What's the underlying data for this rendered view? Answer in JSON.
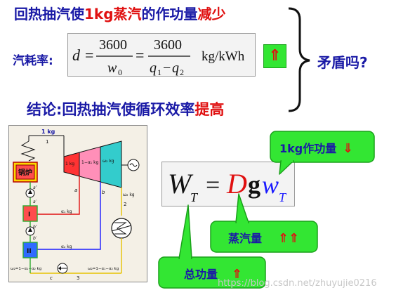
{
  "headline": {
    "prefix": "回热抽汽使",
    "highlight": "1kg",
    "middle": "蒸汽",
    "suffix": "的作功量",
    "emphasis": "减少"
  },
  "steam_rate": {
    "label": "汽耗率:",
    "lhs": "d",
    "num1": "3600",
    "den1": "w",
    "den1_sub": "0",
    "num2": "3600",
    "den2_a": "q",
    "den2_a_sub": "1",
    "den2_minus": "−",
    "den2_b": "q",
    "den2_b_sub": "2",
    "unit": "kg/kWh",
    "arrow": "⇑"
  },
  "question": "矛盾吗?",
  "conclusion": {
    "text": "结论:回热抽汽使循环效率",
    "emphasis": "提高"
  },
  "diagram": {
    "top_label": "1 kg",
    "top_num": "1",
    "boiler": "锅炉",
    "turbine_sections": [
      "1 kg",
      "1−α₁ kg",
      "ω₂ kg"
    ],
    "point_a": "a",
    "point_b": "b",
    "point_2": "2",
    "label_a_dd": "a″",
    "label_a_d": "a′",
    "label_b_dd": "b″",
    "label_b_d": "b′",
    "alpha1": "α₁ kg",
    "alpha2": "α₂ kg",
    "omega2": "ω₂ kg",
    "heater1": "I",
    "heater2": "II",
    "bottom_left": "ω₂=1−α₁−α₂ kg",
    "bottom_right": "ω₂=1−α₁−α₂ kg",
    "point_c": "c",
    "point_3": "3"
  },
  "work_formula": {
    "W": "W",
    "W_sub": "T",
    "eq": "=",
    "D": "D",
    "g": "g",
    "w": "w",
    "w_sub": "T"
  },
  "callouts": {
    "per_kg": {
      "text": "1kg作功量",
      "arrow": "⇓"
    },
    "steam": {
      "text": "蒸汽量",
      "arrow": "⇑⇑"
    },
    "total": {
      "text": "总功量",
      "arrow": "⇑"
    }
  },
  "watermark": "https://blog.csdn.net/zhuyujie0216",
  "colors": {
    "blue_text": "#1a1aa6",
    "red": "#e01010",
    "callout_green": "#33e633",
    "callout_border": "#1aa01a"
  }
}
